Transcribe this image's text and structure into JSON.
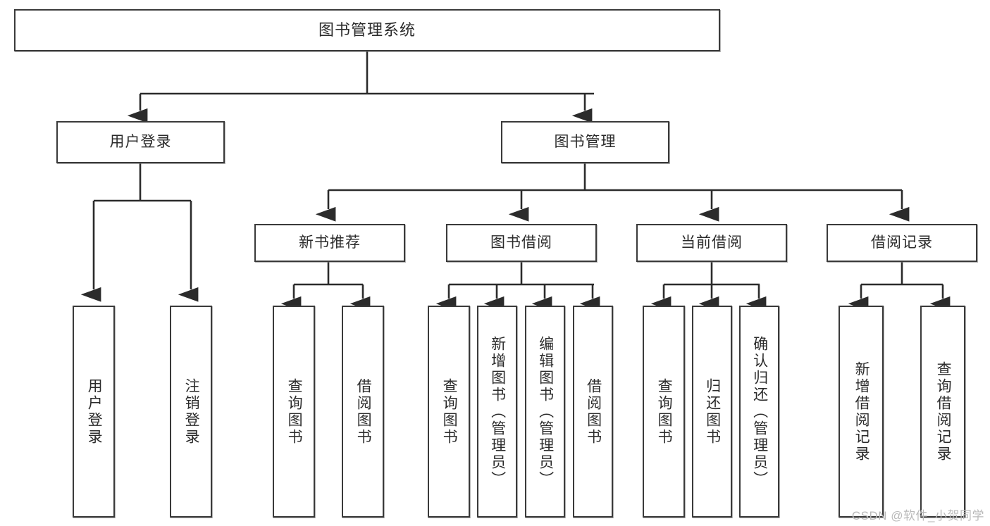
{
  "diagram": {
    "title": "图书管理系统",
    "type": "tree-hierarchy-diagram",
    "watermark": "CSDN @软件_小贺同学",
    "colors": {
      "border": "#3a3a3a",
      "text": "#2b2b2b",
      "background": "#ffffff",
      "connector": "#2b2b2b",
      "watermark": "#b9b9b9"
    },
    "root": {
      "label": "图书管理系统"
    },
    "level2": [
      {
        "id": "user-login",
        "label": "用户登录"
      },
      {
        "id": "book-management",
        "label": "图书管理"
      }
    ],
    "level3": [
      {
        "id": "new-book-recommend",
        "label": "新书推荐",
        "parent": "book-management"
      },
      {
        "id": "book-borrow",
        "label": "图书借阅",
        "parent": "book-management"
      },
      {
        "id": "current-borrow",
        "label": "当前借阅",
        "parent": "book-management"
      },
      {
        "id": "borrow-record",
        "label": "借阅记录",
        "parent": "book-management"
      }
    ],
    "leaves": [
      {
        "id": "leaf-user-login",
        "label": "用户登录",
        "parent": "user-login"
      },
      {
        "id": "leaf-logout-login",
        "label": "注销登录",
        "parent": "user-login"
      },
      {
        "id": "leaf-query-book-1",
        "label": "查询图书",
        "parent": "new-book-recommend"
      },
      {
        "id": "leaf-borrow-book-1",
        "label": "借阅图书",
        "parent": "new-book-recommend"
      },
      {
        "id": "leaf-query-book-2",
        "label": "查询图书",
        "parent": "book-borrow"
      },
      {
        "id": "leaf-add-book",
        "label": "新增图书（管理员）",
        "parent": "book-borrow"
      },
      {
        "id": "leaf-edit-book",
        "label": "编辑图书（管理员）",
        "parent": "book-borrow"
      },
      {
        "id": "leaf-borrow-book-2",
        "label": "借阅图书",
        "parent": "book-borrow"
      },
      {
        "id": "leaf-query-book-3",
        "label": "查询图书",
        "parent": "current-borrow"
      },
      {
        "id": "leaf-return-book",
        "label": "归还图书",
        "parent": "current-borrow"
      },
      {
        "id": "leaf-confirm-return",
        "label": "确认归还（管理员）",
        "parent": "current-borrow"
      },
      {
        "id": "leaf-add-record",
        "label": "新增借阅记录",
        "parent": "borrow-record"
      },
      {
        "id": "leaf-query-record",
        "label": "查询借阅记录",
        "parent": "borrow-record"
      }
    ]
  }
}
